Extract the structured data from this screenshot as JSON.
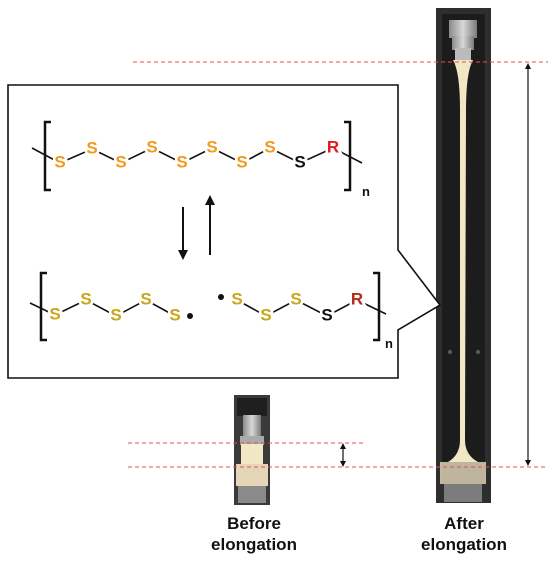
{
  "colors": {
    "sulfur_chain": "#f39a1c",
    "sulfur_radical": "#c9a619",
    "sulfur_terminal": "#111111",
    "r_group_top": "#e41b1b",
    "r_group_bottom": "#b52a1a",
    "guide_line": "#e05050",
    "specimen": "#f1e7c4"
  },
  "structures": {
    "polymer": {
      "atoms": [
        "S",
        "S",
        "S",
        "S",
        "S",
        "S",
        "S",
        "S",
        "S",
        "R"
      ],
      "repeat": "n"
    },
    "radical": {
      "left_atoms": [
        "S",
        "S",
        "S",
        "S",
        "S"
      ],
      "right_atoms": [
        "S",
        "S",
        "S",
        "S",
        "R"
      ],
      "repeat": "n"
    }
  },
  "captions": {
    "before_line1": "Before",
    "before_line2": "elongation",
    "after_line1": "After",
    "after_line2": "elongation"
  }
}
